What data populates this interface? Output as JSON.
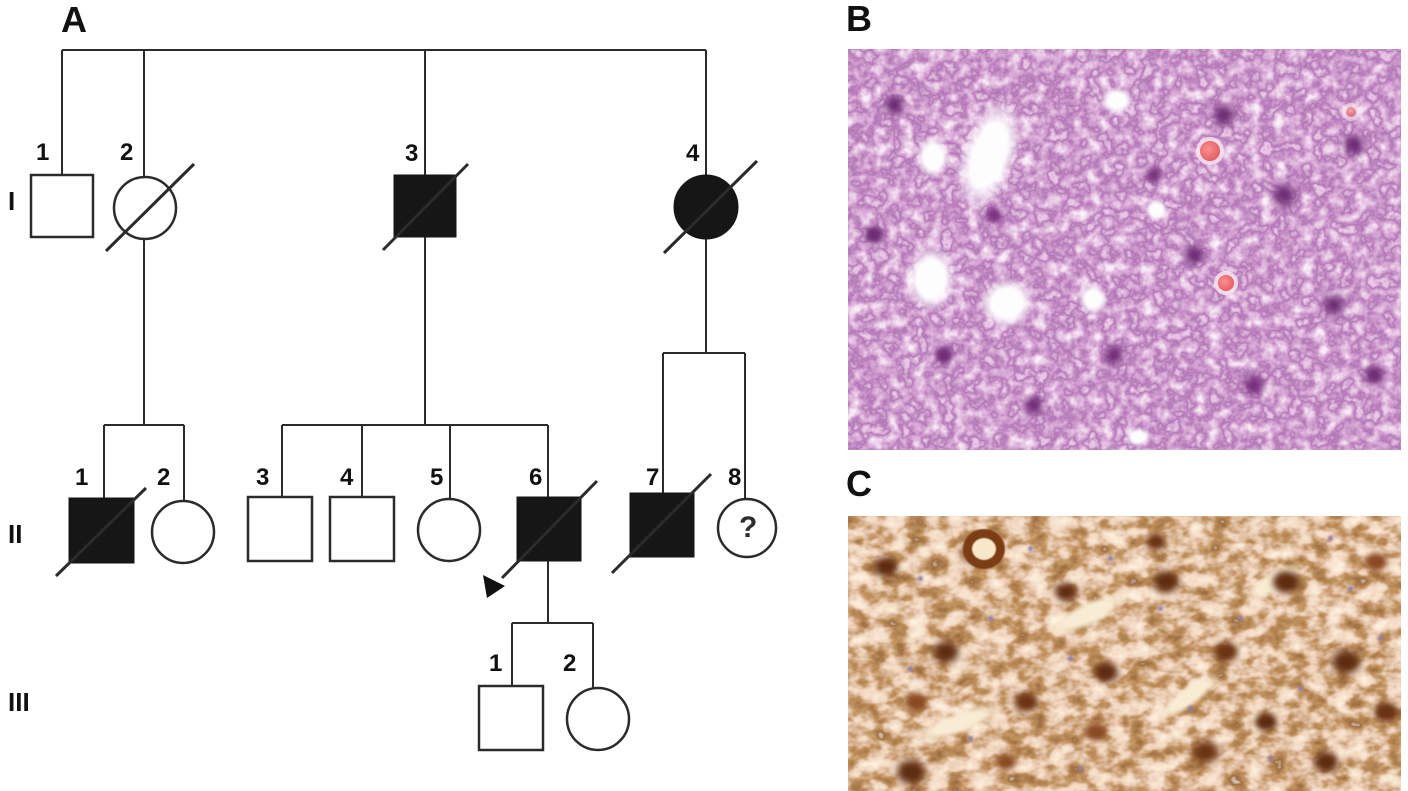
{
  "figure": {
    "panels": {
      "a": {
        "label": "A"
      },
      "b": {
        "label": "B"
      },
      "c": {
        "label": "C"
      }
    }
  },
  "pedigree": {
    "generation_labels": [
      "I",
      "II",
      "III"
    ],
    "unknown_status_symbol": "?",
    "proband_id": "II-6",
    "legend": {
      "filled_symbol": "affected",
      "open_symbol": "unaffected",
      "slash": "deceased",
      "square": "male",
      "circle": "female",
      "arrowhead": "proband"
    },
    "individuals": [
      {
        "id": "I-1",
        "label": "1",
        "sex": "male",
        "affected": false,
        "deceased": false,
        "proband": false,
        "unknown_status": false
      },
      {
        "id": "I-2",
        "label": "2",
        "sex": "female",
        "affected": false,
        "deceased": true,
        "proband": false,
        "unknown_status": false
      },
      {
        "id": "I-3",
        "label": "3",
        "sex": "male",
        "affected": true,
        "deceased": true,
        "proband": false,
        "unknown_status": false
      },
      {
        "id": "I-4",
        "label": "4",
        "sex": "female",
        "affected": true,
        "deceased": true,
        "proband": false,
        "unknown_status": false
      },
      {
        "id": "II-1",
        "label": "1",
        "sex": "male",
        "affected": true,
        "deceased": true,
        "proband": false,
        "unknown_status": false
      },
      {
        "id": "II-2",
        "label": "2",
        "sex": "female",
        "affected": false,
        "deceased": false,
        "proband": false,
        "unknown_status": false
      },
      {
        "id": "II-3",
        "label": "3",
        "sex": "male",
        "affected": false,
        "deceased": false,
        "proband": false,
        "unknown_status": false
      },
      {
        "id": "II-4",
        "label": "4",
        "sex": "male",
        "affected": false,
        "deceased": false,
        "proband": false,
        "unknown_status": false
      },
      {
        "id": "II-5",
        "label": "5",
        "sex": "female",
        "affected": false,
        "deceased": false,
        "proband": false,
        "unknown_status": false
      },
      {
        "id": "II-6",
        "label": "6",
        "sex": "male",
        "affected": true,
        "deceased": true,
        "proband": true,
        "unknown_status": false
      },
      {
        "id": "II-7",
        "label": "7",
        "sex": "male",
        "affected": true,
        "deceased": true,
        "proband": false,
        "unknown_status": false
      },
      {
        "id": "II-8",
        "label": "8",
        "sex": "female",
        "affected": false,
        "deceased": false,
        "proband": false,
        "unknown_status": true
      },
      {
        "id": "III-1",
        "label": "1",
        "sex": "male",
        "affected": false,
        "deceased": false,
        "proband": false,
        "unknown_status": false
      },
      {
        "id": "III-2",
        "label": "2",
        "sex": "female",
        "affected": false,
        "deceased": false,
        "proband": false,
        "unknown_status": false
      }
    ]
  },
  "colors": {
    "background": "#ffffff",
    "line": "#2b2b2b",
    "affected_fill": "#161616",
    "panel_b_palette": [
      "#f7eef6",
      "#dbb8d6",
      "#b279ae",
      "#8e4a91",
      "#5f2a68",
      "#ee6a71"
    ],
    "panel_c_palette": [
      "#fdf3dd",
      "#f0d3b4",
      "#dca987",
      "#8a4a20",
      "#5a2a0e",
      "#8d7fae"
    ]
  }
}
